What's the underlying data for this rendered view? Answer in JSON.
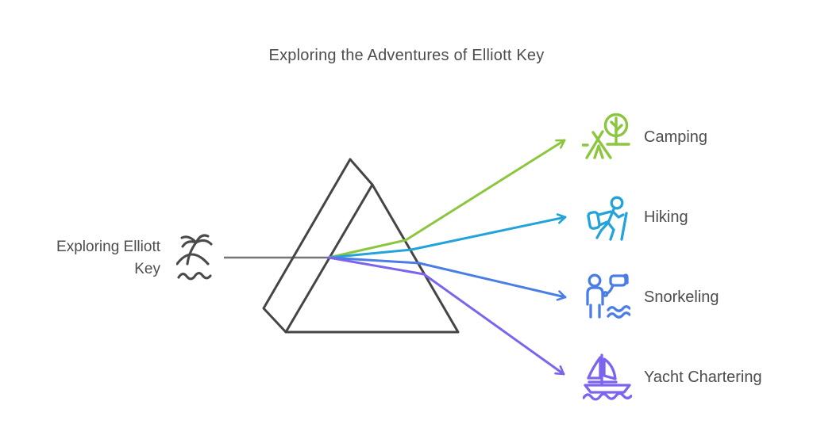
{
  "title": "Exploring the Adventures of Elliott Key",
  "source": {
    "label_lines": [
      "Exploring Elliott",
      "Key"
    ],
    "icon": "palm-island-icon"
  },
  "activities": [
    {
      "label": "Camping",
      "icon": "camping-tent-tree-icon",
      "color": "#8cc63f"
    },
    {
      "label": "Hiking",
      "icon": "hiker-icon",
      "color": "#22a3da"
    },
    {
      "label": "Snorkeling",
      "icon": "snorkeler-icon",
      "color": "#4a7de6"
    },
    {
      "label": "Yacht Chartering",
      "icon": "sailboat-icon",
      "color": "#7d64ee"
    }
  ],
  "colors": {
    "text": "#4d4d4d",
    "prism_stroke": "#454545",
    "beam_gray": "#757575",
    "beam_dark": "#4a4a4a",
    "ray_green": "#8cc63f",
    "ray_cyan": "#22a3da",
    "ray_blue": "#4a7de6",
    "ray_purple": "#7d64ee",
    "background": "#ffffff"
  }
}
